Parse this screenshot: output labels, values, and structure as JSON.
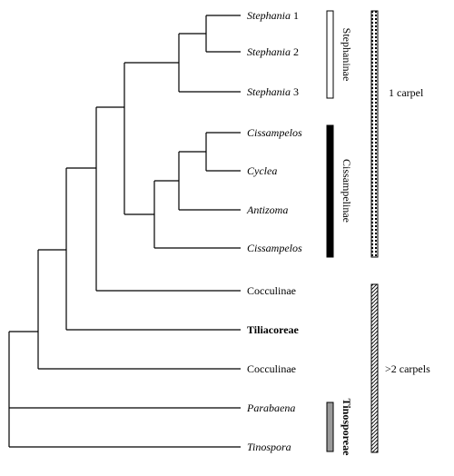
{
  "taxa": [
    {
      "id": "stephania1",
      "name": "Stephania",
      "suffix": " 1",
      "style": "italic"
    },
    {
      "id": "stephania2",
      "name": "Stephania",
      "suffix": " 2",
      "style": "italic"
    },
    {
      "id": "stephania3",
      "name": "Stephania",
      "suffix": " 3",
      "style": "italic"
    },
    {
      "id": "cissampelos1",
      "name": "Cissampelos",
      "suffix": "",
      "style": "italic"
    },
    {
      "id": "cyclea",
      "name": "Cyclea",
      "suffix": "",
      "style": "italic"
    },
    {
      "id": "antizoma",
      "name": "Antizoma",
      "suffix": "",
      "style": "italic"
    },
    {
      "id": "cissampelos2",
      "name": "Cissampelos",
      "suffix": "",
      "style": "italic"
    },
    {
      "id": "cocculinae1",
      "name": "Cocculinae",
      "suffix": "",
      "style": "normal"
    },
    {
      "id": "tiliacoreae",
      "name": "Tiliacoreae",
      "suffix": "",
      "style": "bold"
    },
    {
      "id": "cocculinae2",
      "name": "Cocculinae",
      "suffix": "",
      "style": "normal"
    },
    {
      "id": "parabaena",
      "name": "Parabaena",
      "suffix": "",
      "style": "italic"
    },
    {
      "id": "tinospora",
      "name": "Tinospora",
      "suffix": "",
      "style": "italic"
    }
  ],
  "groups": [
    {
      "id": "stephaninae",
      "label": "Stephaninae",
      "bar": "white",
      "bold": false
    },
    {
      "id": "cissampelinae",
      "label": "Cissampelinae",
      "bar": "black",
      "bold": false
    },
    {
      "id": "tinosporeae",
      "label": "Tinosporeae",
      "bar": "gray",
      "bold": true
    }
  ],
  "carpels": [
    {
      "id": "one-carpel",
      "label": "1 carpel",
      "bar": "dotted"
    },
    {
      "id": "many-carpels",
      "label": ">2 carpels",
      "bar": "hatched"
    }
  ]
}
